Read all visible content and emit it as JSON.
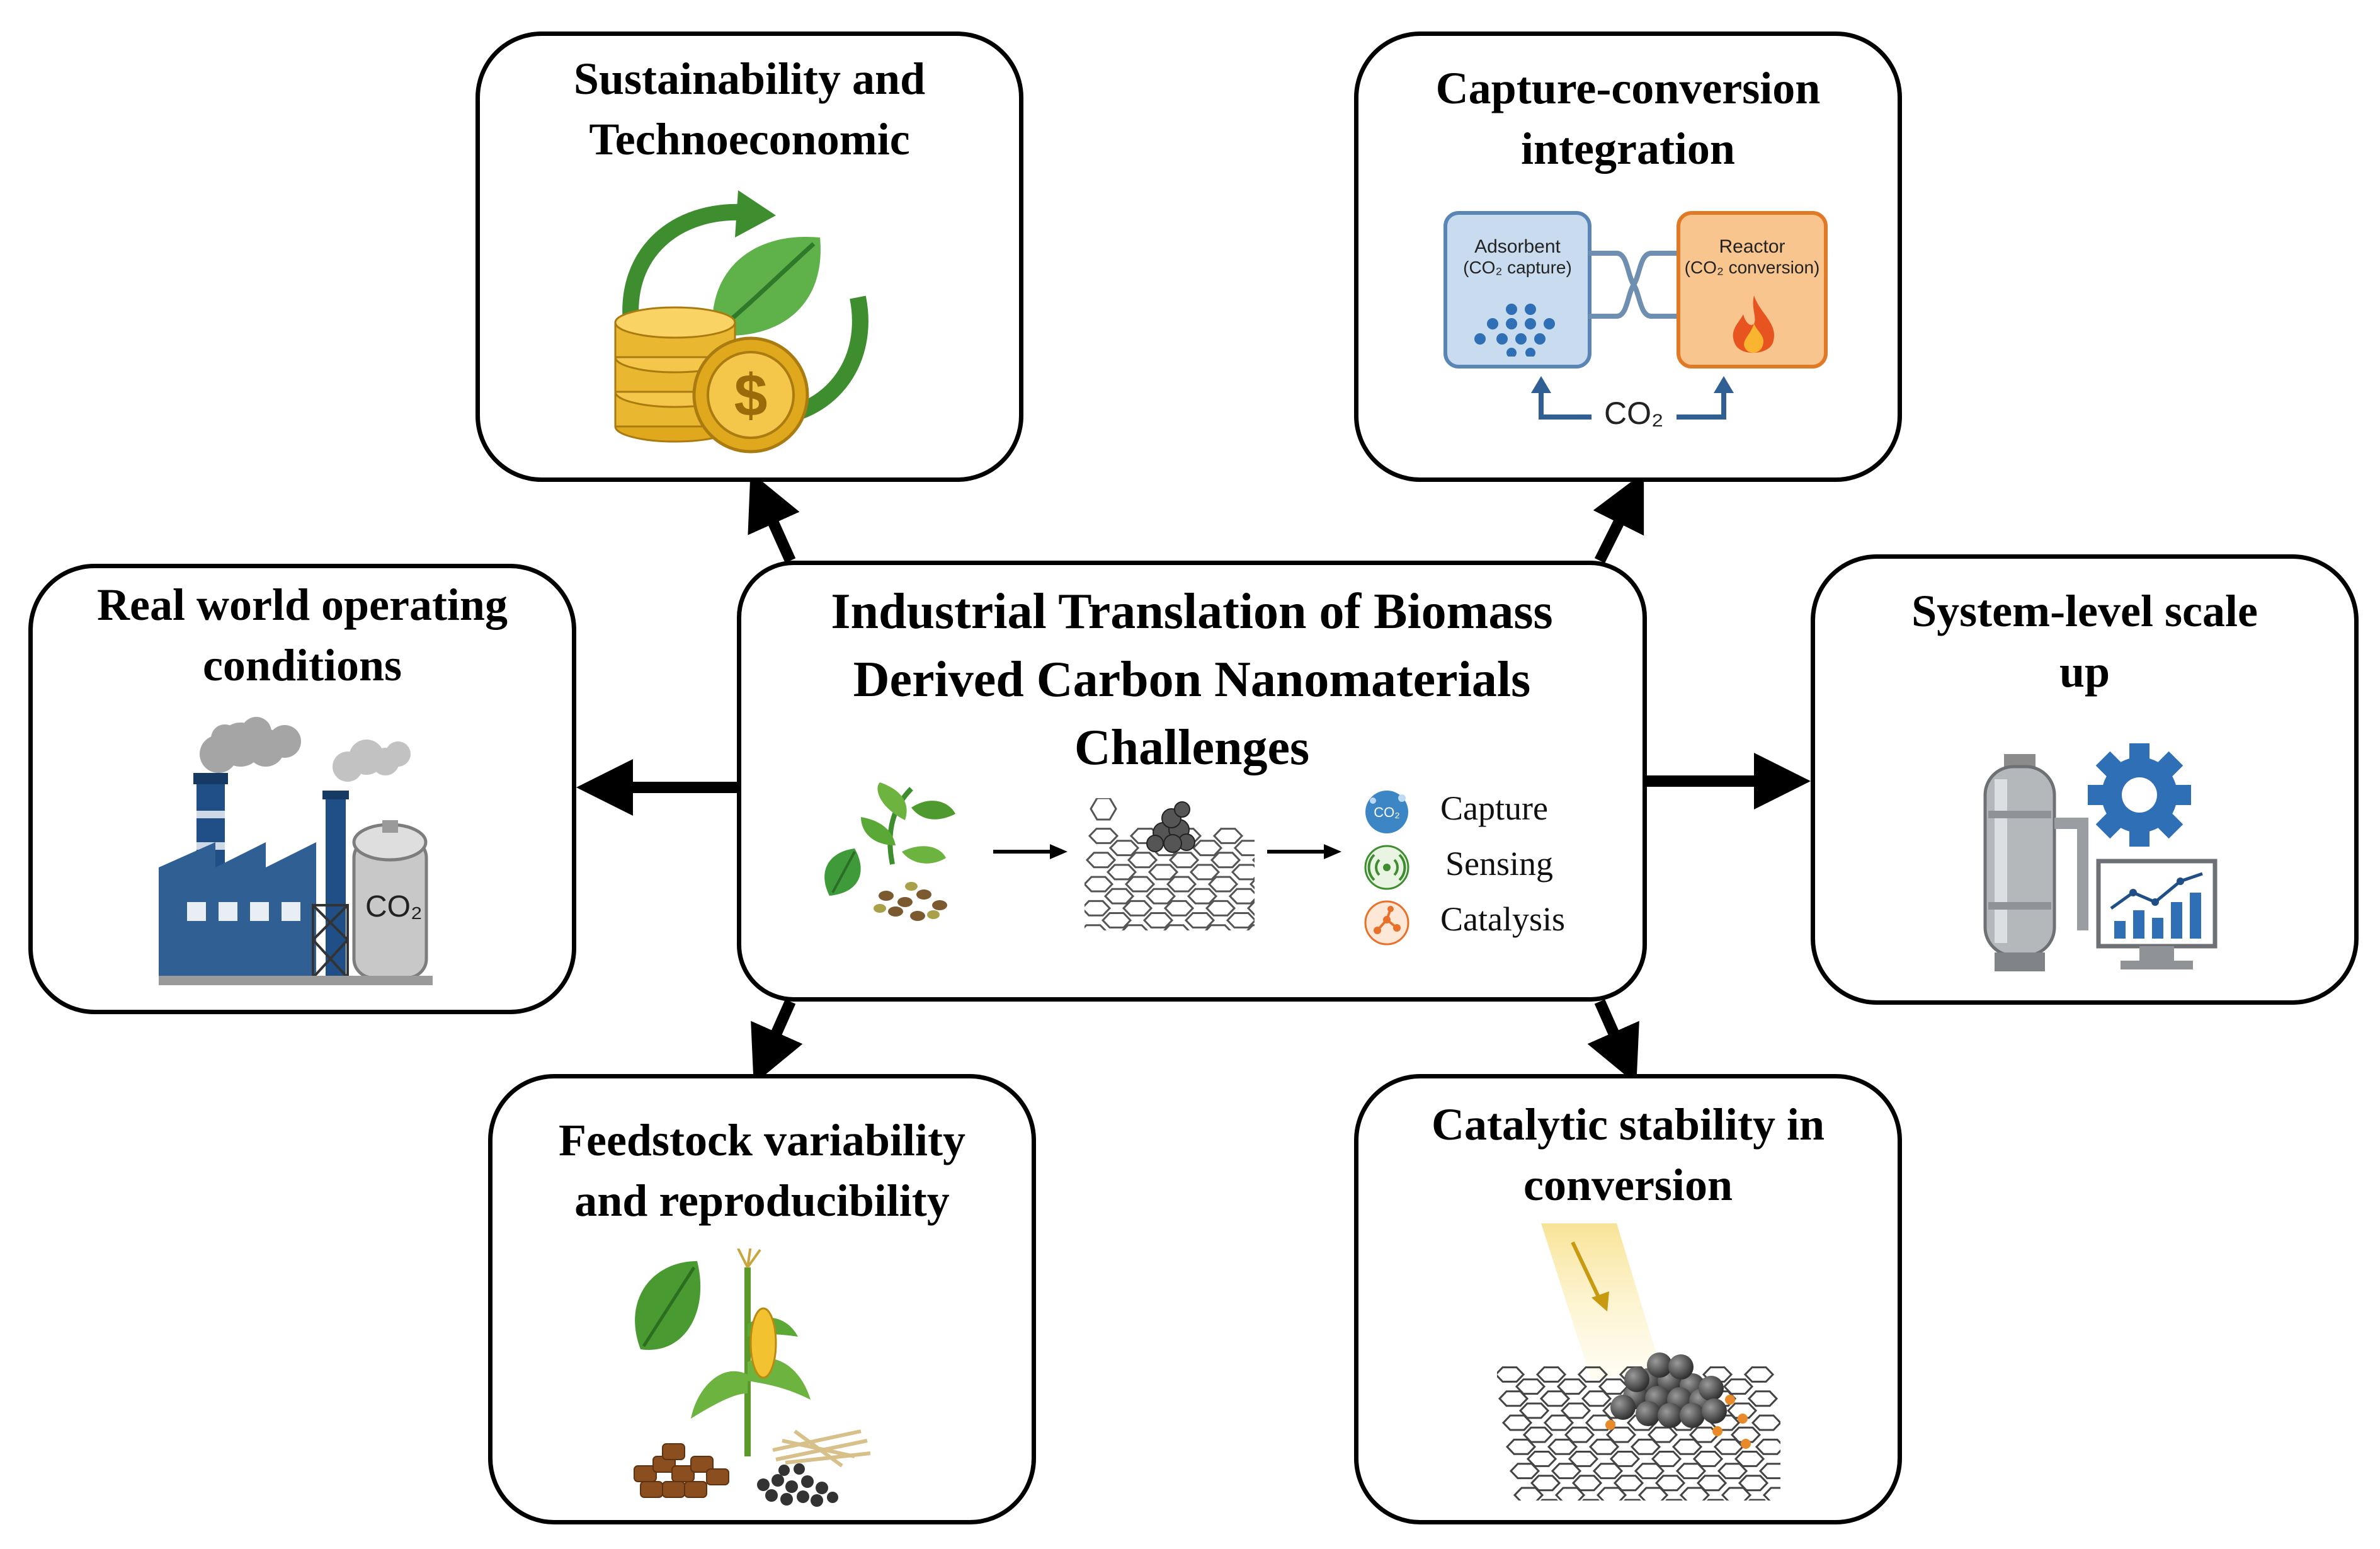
{
  "center": {
    "title_lines": [
      "Industrial Translation of Biomass",
      "Derived Carbon Nanomaterials",
      "Challenges"
    ],
    "flow": {
      "steps": [
        "biomass",
        "carbon-nanomaterial",
        "applications"
      ],
      "applications": [
        {
          "label": "Capture",
          "icon": "co2-capture-icon"
        },
        {
          "label": "Sensing",
          "icon": "sensing-icon"
        },
        {
          "label": "Catalysis",
          "icon": "catalysis-icon"
        }
      ]
    }
  },
  "boxes": {
    "sustainability": {
      "title_lines": [
        "Sustainability and",
        "Technoeconomic"
      ],
      "icon": "recycle-coins-leaf-icon"
    },
    "capture_conversion": {
      "title_lines": [
        "Capture-conversion",
        "integration"
      ],
      "adsorbent_label": "Adsorbent",
      "adsorbent_sub": "(CO₂ capture)",
      "reactor_label": "Reactor",
      "reactor_sub": "(CO₂ conversion)",
      "loop_label": "CO₂"
    },
    "real_world": {
      "title_lines": [
        "Real world operating",
        "conditions"
      ],
      "tank_label": "CO₂"
    },
    "system_scale": {
      "title_lines": [
        "System-level scale",
        "up"
      ],
      "icon": "reactor-gear-chart-icon"
    },
    "feedstock": {
      "title_lines": [
        "Feedstock variability",
        "and reproducibility"
      ],
      "icon": "biomass-feedstock-icon"
    },
    "catalytic": {
      "title_lines": [
        "Catalytic stability in",
        "conversion"
      ],
      "icon": "catalyst-on-graphene-icon"
    }
  },
  "colors": {
    "border": "#000000",
    "green": "#3e8e2f",
    "gold": "#e0a81c",
    "steel_blue": "#2f5f93",
    "adsorbent_fill": "#c9dcef",
    "reactor_fill": "#f8c58e",
    "flame": "#e8541f"
  }
}
